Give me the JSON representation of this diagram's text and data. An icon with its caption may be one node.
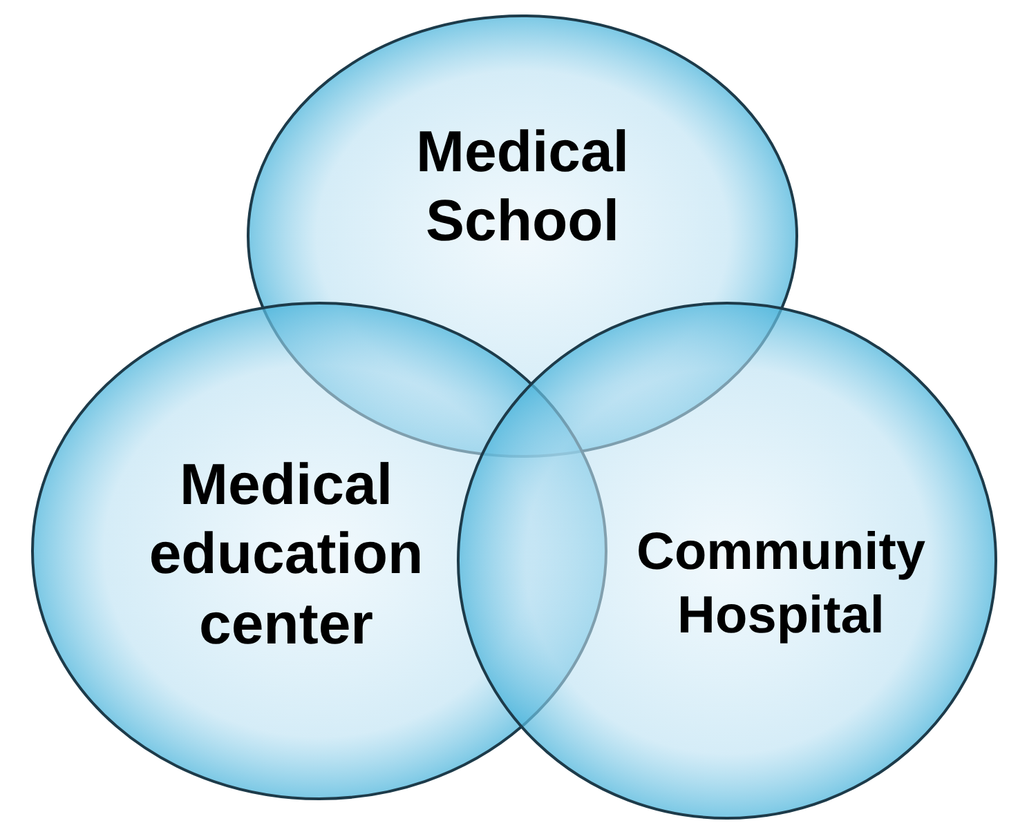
{
  "diagram": {
    "nodes": [
      {
        "text": [
          "Medical School"
        ]
      },
      {
        "text": [
          "Medical education center"
        ]
      },
      {
        "text": [
          "Community Hospital"
        ]
      }
    ]
  }
}
